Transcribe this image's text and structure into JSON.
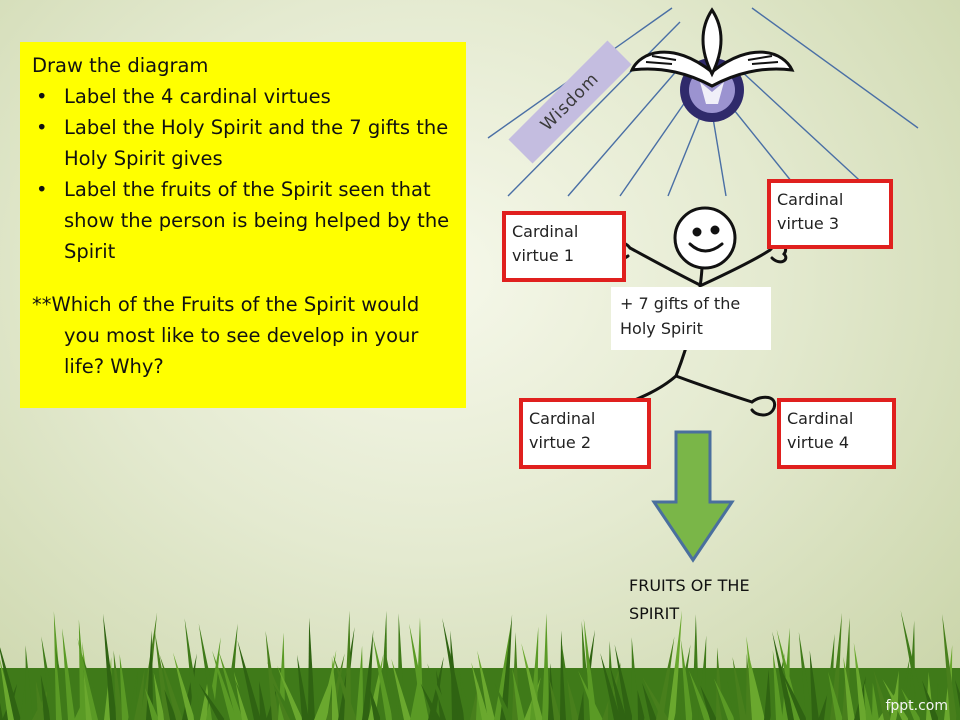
{
  "instructions": {
    "title": "Draw the diagram",
    "bullets": [
      "Label the 4 cardinal virtues",
      "Label the Holy Spirit and the 7 gifts the Holy Spirit gives",
      "Label the fruits of the Spirit seen that show the person is being helped by the Spirit"
    ],
    "question": "**Which of the Fruits of the Spirit would you most like to see develop in your life?  Why?"
  },
  "diagram": {
    "wisdom_label": "Wisdom",
    "virtue_1": "Cardinal virtue 1",
    "virtue_2": "Cardinal virtue 2",
    "virtue_3": "Cardinal virtue 3",
    "virtue_4": "Cardinal virtue 4",
    "gifts_label": "+ 7 gifts of the Holy Spirit",
    "fruits_label": "FRUITS OF THE SPIRIT"
  },
  "branding": {
    "text": "fppt.com"
  },
  "colors": {
    "instruction_box": "#ffff00",
    "virtue_border": "#e0201e",
    "arrow_fill": "#7ab648",
    "arrow_stroke": "#4a6f9e",
    "wisdom_band": "#c4bde0",
    "ray_color": "#4a6fa5",
    "grass": "#4f8a1f"
  }
}
